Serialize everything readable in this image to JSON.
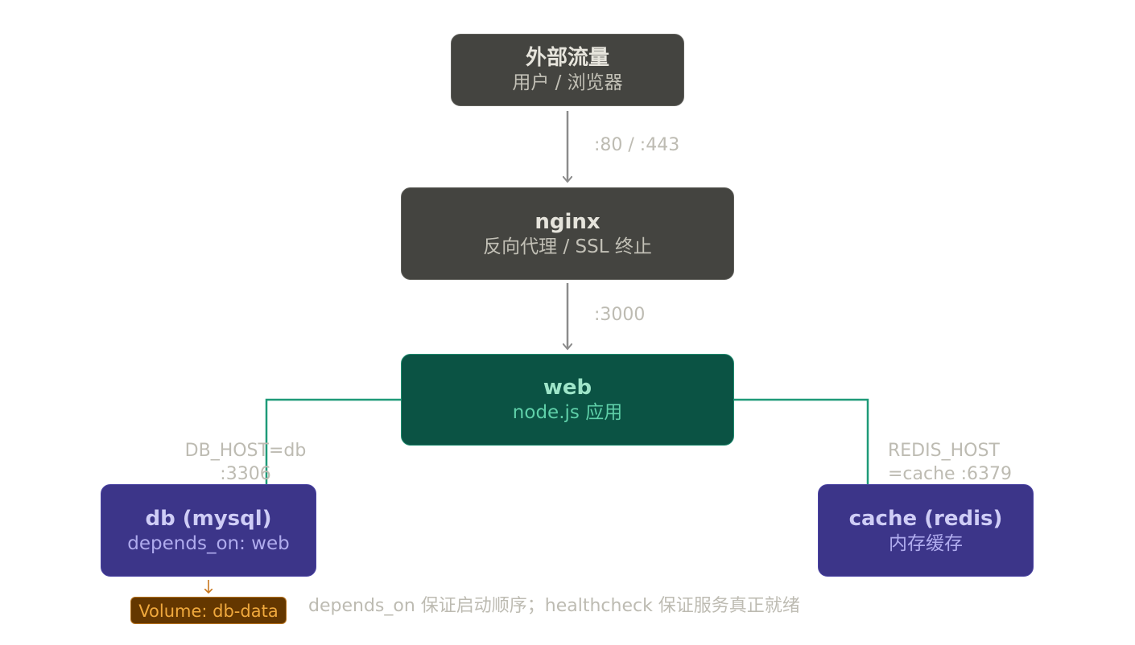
{
  "nodes": {
    "external": {
      "title": "外部流量",
      "subtitle": "用户 / 浏览器"
    },
    "nginx": {
      "title": "nginx",
      "subtitle": "反向代理 / SSL 终止"
    },
    "web": {
      "title": "web",
      "subtitle": "node.js 应用"
    },
    "db": {
      "title": "db (mysql)",
      "subtitle": "depends_on: web"
    },
    "cache": {
      "title": "cache (redis)",
      "subtitle": "内存缓存"
    }
  },
  "edges": {
    "external_to_nginx": {
      "label": ":80 / :443"
    },
    "nginx_to_web": {
      "label": ":3000"
    },
    "web_to_db": {
      "label_line1": "DB_HOST=db",
      "label_line2": ":3306"
    },
    "web_to_cache": {
      "label_line1": "REDIS_HOST",
      "label_line2": "=cache :6379"
    }
  },
  "volume": {
    "label": "Volume: db-data"
  },
  "note": "depends_on 保证启动顺序；healthcheck 保证服务真正就绪",
  "colors": {
    "gray_node": "#444440",
    "web_node": "#0b5344",
    "service_node": "#3c3589",
    "web_link": "#1e9a78",
    "arrow": "#8c8c8c",
    "volume_fill": "#643700",
    "volume_text": "#f0a93d",
    "volume_arrow": "#c8761c"
  }
}
